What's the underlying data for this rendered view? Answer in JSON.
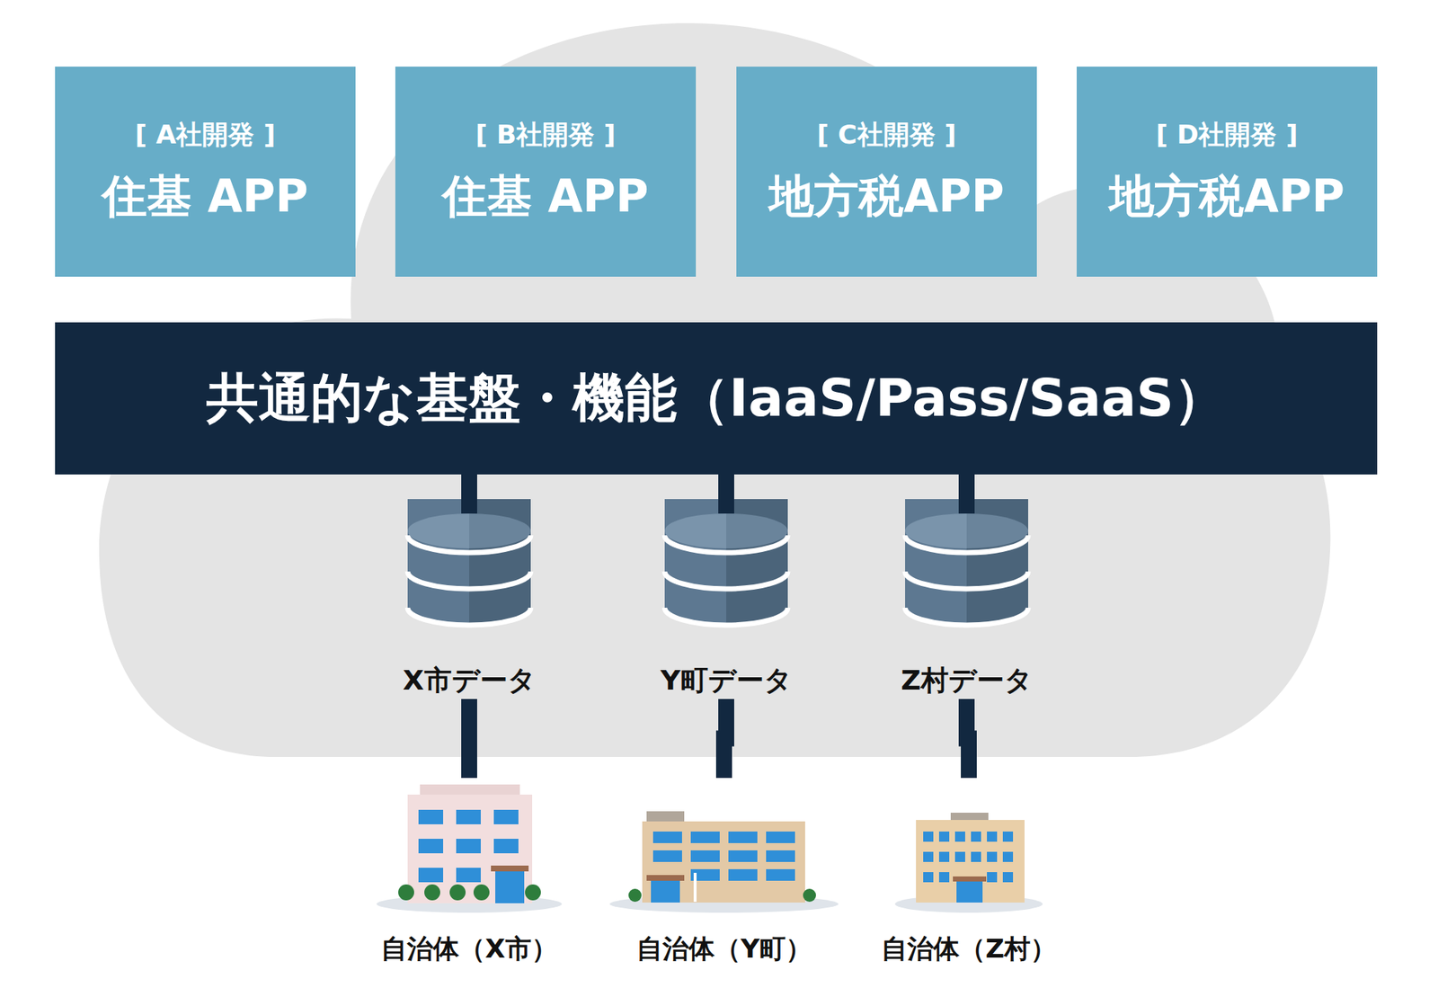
{
  "diagram": {
    "nodes": [
      {
        "text": [
          "[ A社開発 ]",
          "住基 APP"
        ]
      },
      {
        "text": [
          "[ B社開発 ]",
          "住基 APP"
        ]
      },
      {
        "text": [
          "[ C社開発 ]",
          "地方税APP"
        ]
      },
      {
        "text": [
          "[ D社開発 ]",
          "地方税APP"
        ]
      },
      {
        "text": [
          "共通的な基盤・機能（IaaS/Pass/SaaS）"
        ]
      },
      {
        "text": [
          "X市データ"
        ]
      },
      {
        "text": [
          "Y町データ"
        ]
      },
      {
        "text": [
          "Z村データ"
        ]
      },
      {
        "text": [
          "自治体（X市）"
        ]
      },
      {
        "text": [
          "自治体（Y町）"
        ]
      },
      {
        "text": [
          "自治体（Z村）"
        ]
      }
    ],
    "edges": [
      {
        "from": 4,
        "to": 5,
        "arrow": "none"
      },
      {
        "from": 4,
        "to": 6,
        "arrow": "none"
      },
      {
        "from": 4,
        "to": 7,
        "arrow": "none"
      },
      {
        "from": 5,
        "to": 8,
        "arrow": "none"
      },
      {
        "from": 6,
        "to": 9,
        "arrow": "none"
      },
      {
        "from": 7,
        "to": 10,
        "arrow": "none"
      }
    ]
  }
}
